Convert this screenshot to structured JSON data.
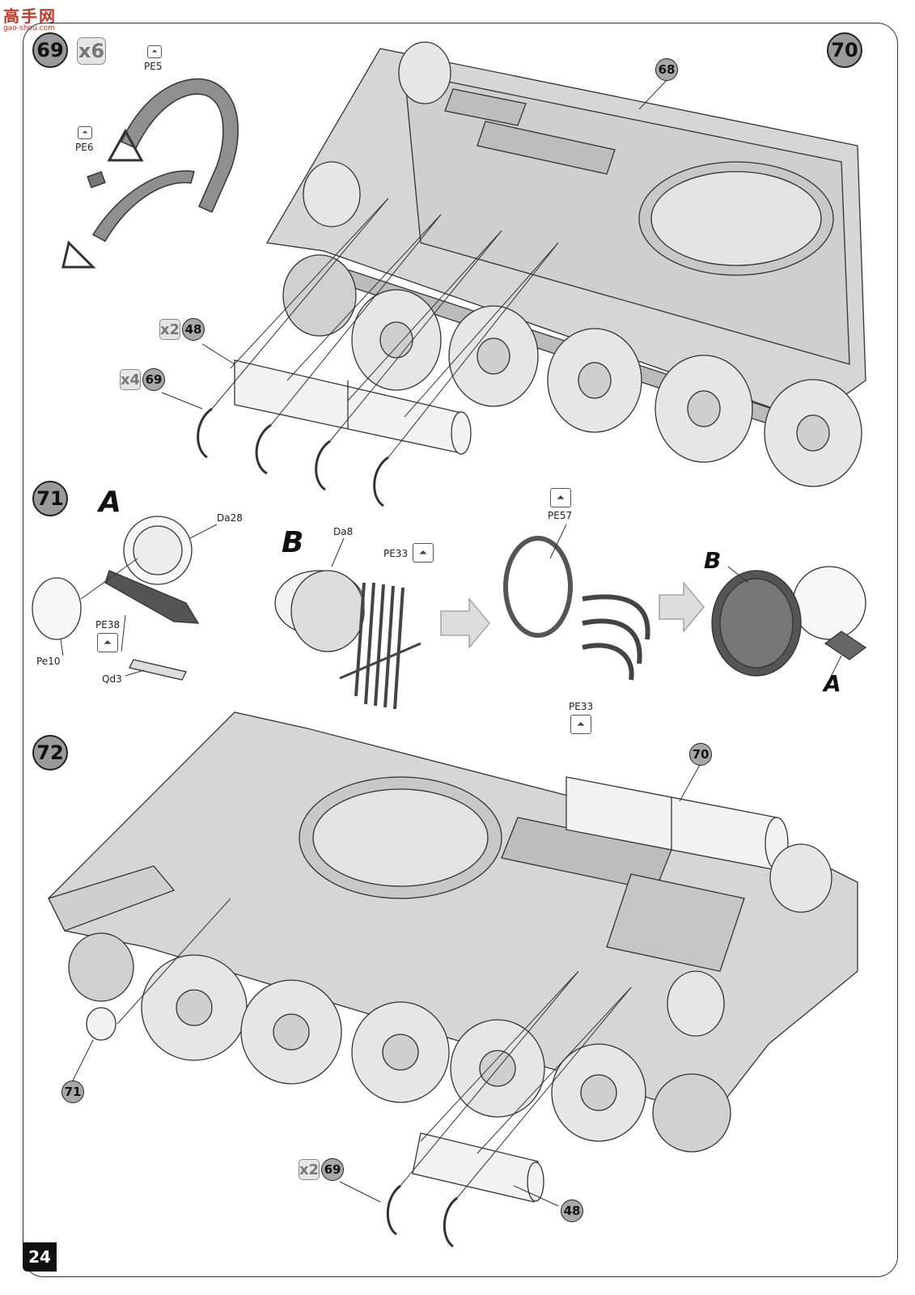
{
  "logo": {
    "text": "高手网",
    "sub": "gao-shou.com"
  },
  "page_number": "24",
  "steps": {
    "s69": "69",
    "s70": "70",
    "s71": "71",
    "s72": "72"
  },
  "step69": {
    "qty": "x6",
    "parts": {
      "pe5": "PE5",
      "pe6": "PE6"
    }
  },
  "step70": {
    "ref_68": "68",
    "ref_48": "48",
    "ref_69": "69",
    "qty_48": "x2",
    "qty_69": "x4"
  },
  "step71": {
    "sub_a": "A",
    "sub_b": "B",
    "sub_b2": "B",
    "sub_a2": "A",
    "parts": {
      "da28": "Da28",
      "pe10": "Pe10",
      "pe38": "PE38",
      "qd3": "Qd3",
      "da8": "Da8",
      "pe33a": "PE33",
      "pe57": "PE57",
      "pe33b": "PE33"
    }
  },
  "step72": {
    "ref_70": "70",
    "ref_71": "71",
    "ref_69": "69",
    "ref_48": "48",
    "qty_69": "x2"
  },
  "colors": {
    "body": "#d6d6d6",
    "edge": "#333333",
    "badge": "#9a9a9a",
    "strap": "#8a8a8a"
  }
}
